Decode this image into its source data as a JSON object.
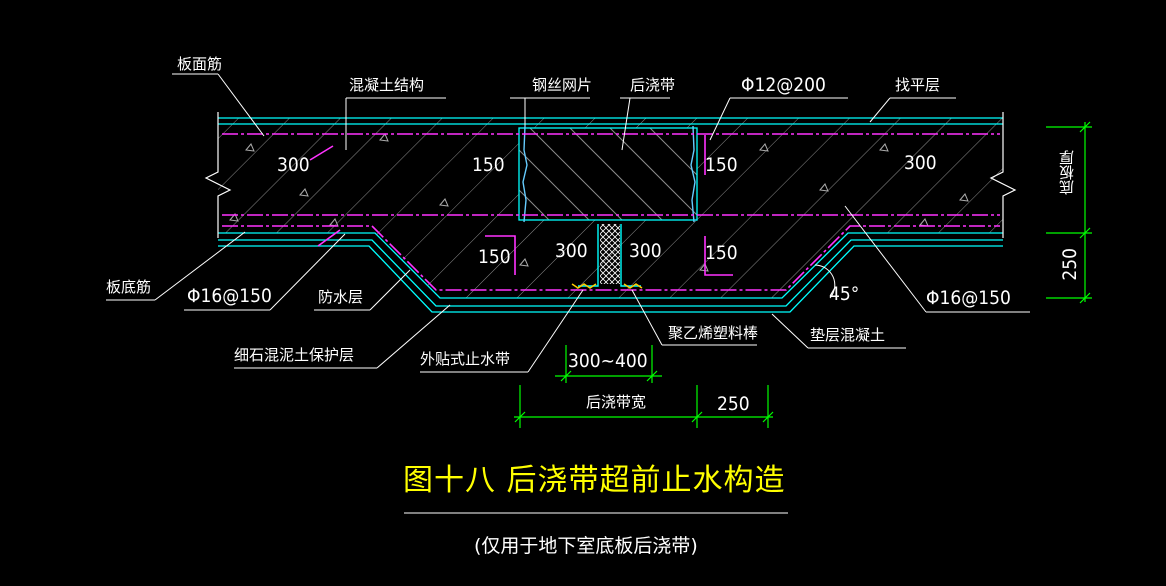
{
  "colors": {
    "background": "#000000",
    "concrete_outline": "#00ffff",
    "rebar": "#ff33ff",
    "hatch": "#9a9a9a",
    "dimension": "#00ff00",
    "title": "#ffff00",
    "text": "#ffffff"
  },
  "labels": {
    "top_rebar": "板面筋",
    "concrete_structure": "混凝土结构",
    "steel_mesh": "钢丝网片",
    "post_pour_strip": "后浇带",
    "rebar_phi12": "Φ12@200",
    "leveling_layer": "找平层",
    "bottom_rebar": "板底筋",
    "rebar_phi16_left": "Φ16@150",
    "waterproof_layer": "防水层",
    "fine_stone_protection": "细石混泥土保护层",
    "external_waterstop": "外贴式止水带",
    "polyethylene_rod": "聚乙烯塑料棒",
    "cushion_concrete": "垫层混凝土",
    "rebar_phi16_right": "Φ16@150",
    "slab_thickness": "底板厚"
  },
  "dimensions": {
    "d300_top_left": "300",
    "d150_top_center": "150",
    "d150_top_right": "150",
    "d300_top_right": "300",
    "d150_low": "150",
    "d300_gap_left": "300",
    "d300_gap_right": "300",
    "d150_low_right": "150",
    "angle": "45°",
    "right_250": "250",
    "range": "300~400",
    "strip_width": "后浇带宽",
    "bottom_250": "250"
  },
  "caption": {
    "title": "图十八 后浇带超前止水构造",
    "subtitle": "(仅用于地下室底板后浇带)"
  }
}
